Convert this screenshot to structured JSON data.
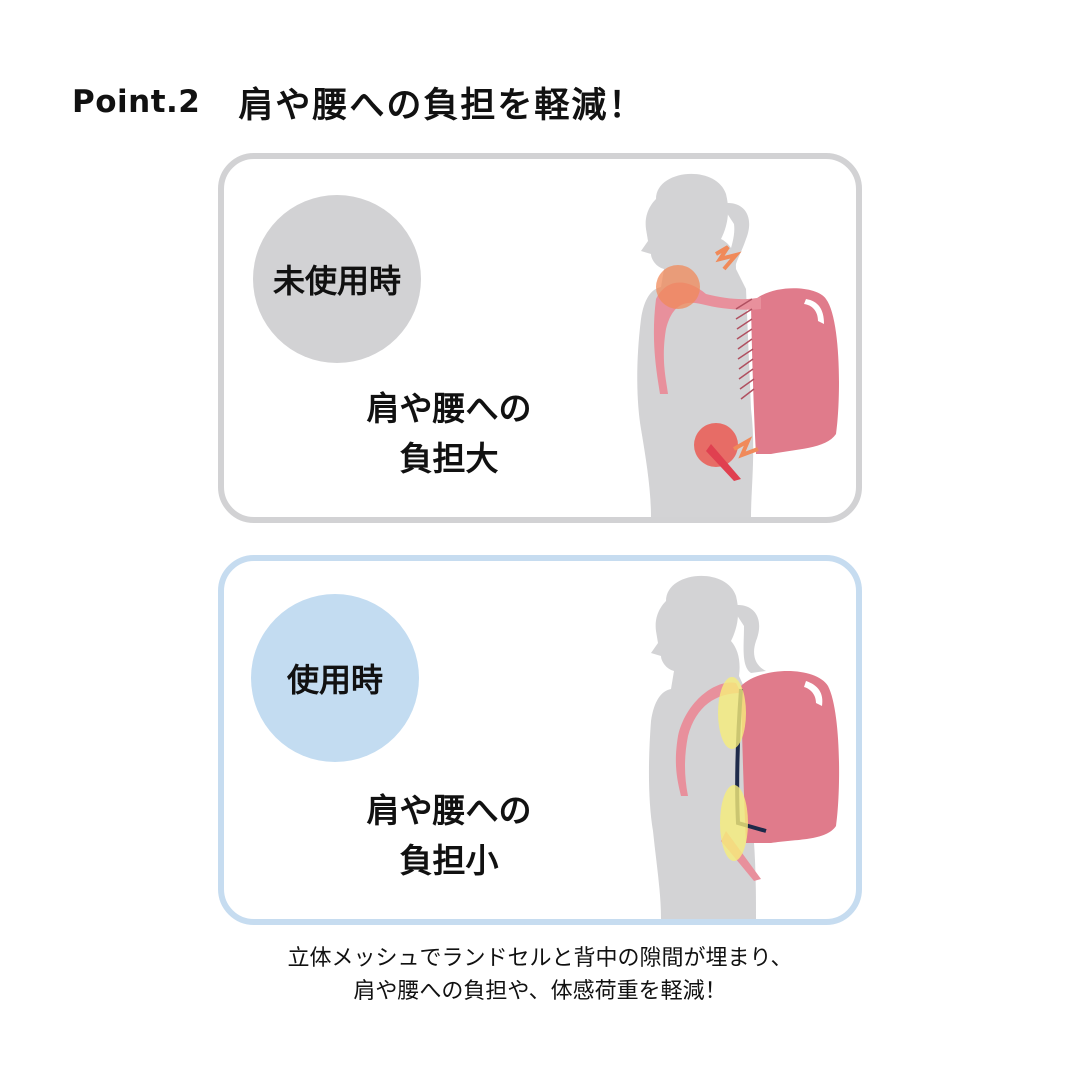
{
  "header": {
    "point_label": "Point.2",
    "headline": "肩や腰への負担を軽減！"
  },
  "panels": [
    {
      "id": "before",
      "badge": "未使用時",
      "caption_lines": [
        "肩や腰への",
        "負担大"
      ],
      "badge_color": "#d2d2d4",
      "border_color": "#d2d2d4",
      "illustration": "girl-silhouette-with-backpack-gap-pain-icons"
    },
    {
      "id": "after",
      "badge": "使用時",
      "caption_lines": [
        "肩や腰への",
        "負担小"
      ],
      "badge_color": "#c3dcf1",
      "border_color": "#c6dcf0",
      "illustration": "girl-silhouette-with-backpack-mesh-highlight"
    }
  ],
  "footer": {
    "lines": [
      "立体メッシュでランドセルと背中の隙間が埋まり、",
      "肩や腰への負担や、体感荷重を軽減！"
    ]
  },
  "colors": {
    "silhouette": "#d3d3d5",
    "backpack": "#e07b8b",
    "strap": "#e8909c",
    "pain_red": "#e83a3a",
    "pain_orange": "#f0a070",
    "highlight_yellow": "#f6ee7a",
    "mesh_navy": "#1e2a4a"
  }
}
